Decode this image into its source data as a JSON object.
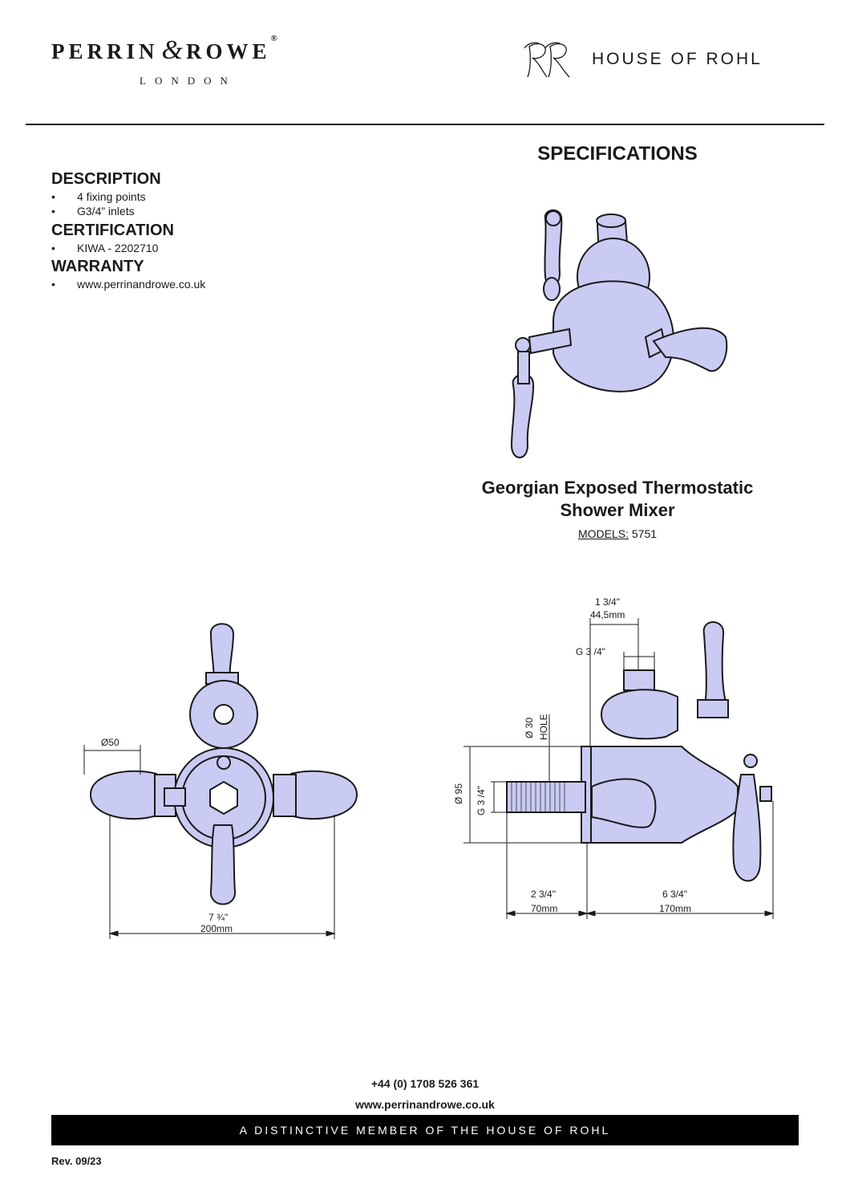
{
  "header": {
    "brand_main": "PERRIN",
    "brand_amp": "&",
    "brand_main2": "ROWE",
    "brand_reg": "®",
    "brand_sub": "LONDON",
    "house_of_rohl": "HOUSE OF ROHL"
  },
  "left": {
    "description": {
      "title": "DESCRIPTION",
      "items": [
        "4 fixing points",
        "G3/4” inlets"
      ]
    },
    "certification": {
      "title": "CERTIFICATION",
      "items": [
        "KIWA - 2202710"
      ]
    },
    "warranty": {
      "title": "WARRANTY",
      "items": [
        "www.perrinandrowe.co.uk"
      ]
    }
  },
  "specifications_title": "SPECIFICATIONS",
  "product": {
    "title_line1": "Georgian Exposed Thermostatic",
    "title_line2": "Shower Mixer",
    "models_label": "MODELS:",
    "models_value": " 5751"
  },
  "front_view": {
    "dia_label": "Ø50",
    "width_imperial": "7 ¾\"",
    "width_metric": "200mm"
  },
  "side_view": {
    "top_imperial": "1 3/4\"",
    "top_metric": "44,5mm",
    "inlet": "G 3 /4\"",
    "hole_dia": "Ø 30",
    "hole_label": "HOLE",
    "body_dia": "Ø 95",
    "thread": "G 3 /4\"",
    "left_imperial": "2 3/4\"",
    "left_metric": "70mm",
    "right_imperial": "6 3/4\"",
    "right_metric": "170mm"
  },
  "footer": {
    "phone": "+44 (0) 1708 526 361",
    "website": "www.perrinandrowe.co.uk",
    "tagline": "A DISTINCTIVE MEMBER OF THE HOUSE OF ROHL",
    "revision": "Rev. 09/23"
  },
  "colors": {
    "fill": "#c9cbf2",
    "stroke": "#1a1a1a",
    "bar": "#000000"
  }
}
